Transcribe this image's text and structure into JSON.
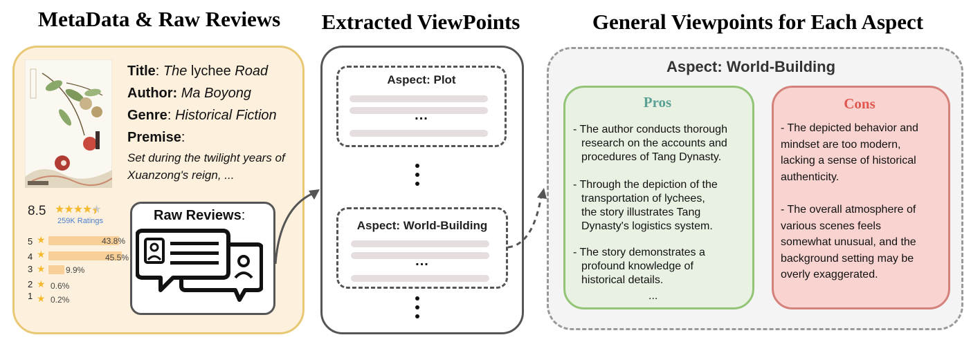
{
  "headings": {
    "meta": "MetaData & Raw Reviews",
    "extract": "Extracted ViewPoints",
    "general": "General Viewpoints for Each Aspect"
  },
  "book": {
    "title_label": "Title",
    "title_value_1": "The",
    "title_value_2": "lychee",
    "title_value_3": "Road",
    "author_label": "Author:",
    "author_value": "Ma Boyong",
    "genre_label": "Genre",
    "genre_value": "Historical Fiction",
    "premise_label": "Premise",
    "premise_line1": "Set during the twilight years of",
    "premise_line2": "Xuanzong's reign, ..."
  },
  "rating": {
    "score": "8.5",
    "stars": 4.5,
    "count": "259K Ratings",
    "histogram": [
      {
        "star": "5",
        "pct": "43.8%",
        "value": 43.8
      },
      {
        "star": "4",
        "pct": "45.5%",
        "value": 45.5
      },
      {
        "star": "3",
        "pct": "9.9%",
        "value": 9.9
      },
      {
        "star": "2",
        "pct": "0.6%",
        "value": 0.6
      },
      {
        "star": "1",
        "pct": "0.2%",
        "value": 0.2
      }
    ]
  },
  "raw_reviews": {
    "label": "Raw Reviews",
    "colon": ":"
  },
  "extracted": {
    "aspect1": "Aspect: Plot",
    "aspect2": "Aspect: World-Building",
    "ellipsis": "..."
  },
  "general": {
    "aspect_title": "Aspect: World-Building",
    "pros_title": "Pros",
    "pros": [
      {
        "l1": "- The author conducts thorough",
        "l2": "research on the accounts and",
        "l3": "procedures of Tang Dynasty."
      },
      {
        "l1": "- Through the depiction of the",
        "l2": "transportation of lychees,",
        "l3": "the story illustrates Tang",
        "l4": "Dynasty's logistics system."
      },
      {
        "l1": "- The story demonstrates a",
        "l2": "profound knowledge of",
        "l3": "historical details."
      }
    ],
    "pros_ellipsis": "...",
    "cons_title": "Cons",
    "cons": [
      {
        "l1": "- The depicted behavior and",
        "l2": "mindset are too modern,",
        "l3": "lacking a sense of historical",
        "l4": "authenticity."
      },
      {
        "l1": "- The overall atmosphere of",
        "l2": "various scenes feels",
        "l3": "somewhat unusual, and the",
        "l4": "background setting may be",
        "l5": "overly exaggerated."
      }
    ]
  },
  "colors": {
    "meta_bg": "#fdf0dd",
    "meta_border": "#e8c874",
    "pros_bg": "#e9f1e3",
    "pros_border": "#93c476",
    "pros_title": "#5aa095",
    "cons_bg": "#f8d3d0",
    "cons_border": "#d4807b",
    "cons_title": "#e0574f",
    "star": "#f5b82e",
    "rating_count": "#4a7fd0"
  },
  "icons": [
    "book-cover-illustration",
    "star-icon",
    "chat-review-icon",
    "flow-arrow",
    "dashed-flow-arrow"
  ]
}
